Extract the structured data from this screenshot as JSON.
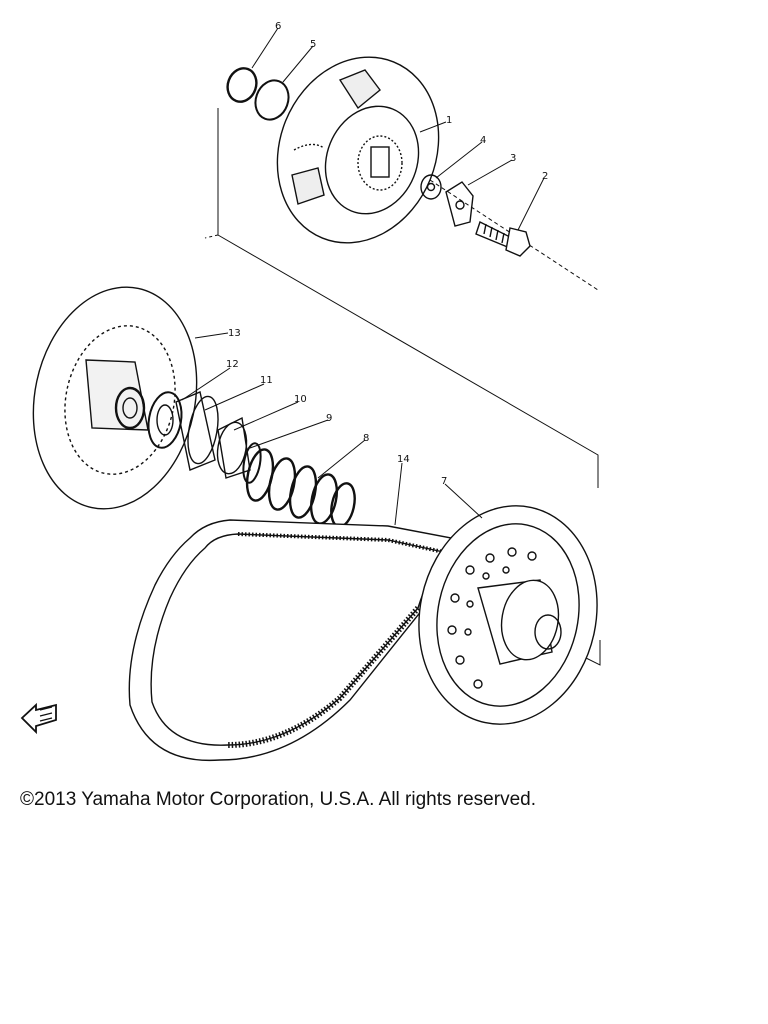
{
  "diagram": {
    "callouts": [
      "1",
      "2",
      "3",
      "4",
      "5",
      "6",
      "7",
      "8",
      "9",
      "10",
      "11",
      "12",
      "13",
      "14"
    ],
    "front_arrow": "FWD"
  },
  "footer": {
    "copyright": "©2013 Yamaha Motor Corporation, U.S.A. All rights reserved."
  }
}
